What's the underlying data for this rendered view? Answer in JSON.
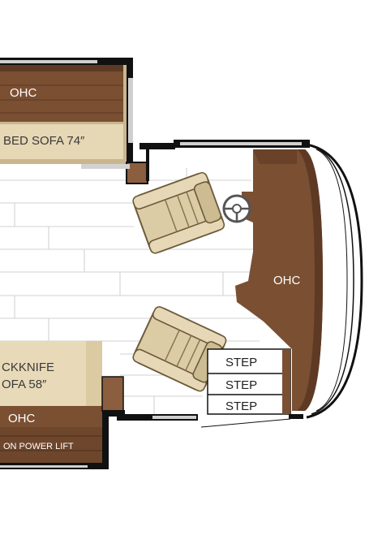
{
  "labels": {
    "ohc_upper_left": "OHC",
    "bed_sofa": "BED SOFA 74″",
    "ohc_cockpit": "OHC",
    "jackknife_line1": "CKKNIFE",
    "jackknife_line2": "OFA 58″",
    "ohc_lower_left": "OHC",
    "tv_power_lift": "ON POWER LIFT",
    "step_1": "STEP",
    "step_2": "STEP",
    "step_3": "STEP"
  },
  "colors": {
    "ohc_brown": "#7a4f32",
    "ohc_dark": "#5e3a24",
    "sofa_tan": "#e8d9b8",
    "recliner_tan": "#dccca6",
    "wall": "#111111",
    "floor_line": "#d7d7d7",
    "window": "#c9c9c9"
  }
}
